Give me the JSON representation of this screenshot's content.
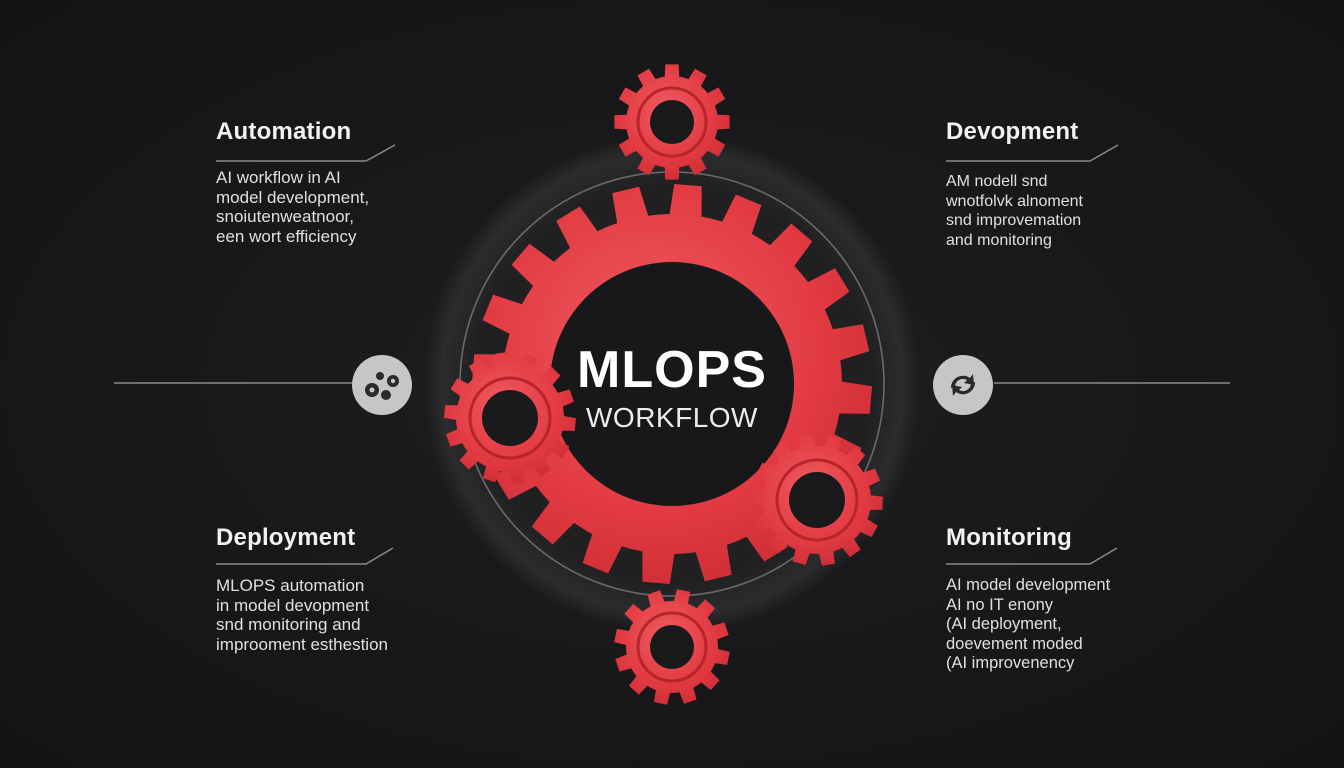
{
  "center": {
    "title": "MLOPS",
    "subtitle": "WORKFLOW"
  },
  "blocks": {
    "automation": {
      "heading": "Automation",
      "lines": [
        "AI workflow in AI",
        "model development,",
        "snoiutenweatnoor,",
        "een wort efficiency"
      ]
    },
    "devopment": {
      "heading": "Devopment",
      "lines": [
        "AM nodell snd",
        "wnotfolvk alnoment",
        "snd improvemation",
        "and monitoring"
      ]
    },
    "deployment": {
      "heading": "Deployment",
      "lines": [
        "MLOPS automation",
        "in model devopment",
        "snd monitoring and",
        "improoment esthestion"
      ]
    },
    "monitoring": {
      "heading": "Monitoring",
      "lines": [
        "AI model development",
        "AI no IT enony",
        "(AI deployment,",
        "doevement moded",
        "(AI improvenency"
      ]
    }
  },
  "colors": {
    "background": "#18181a",
    "gear_red": "#e0353d",
    "gear_red_light": "#f0525a",
    "ring_dark": "#262628",
    "icon_badge": "#c9c9c9"
  },
  "icons": {
    "left_badge": "gears-icon",
    "right_badge": "recycle-icon"
  }
}
